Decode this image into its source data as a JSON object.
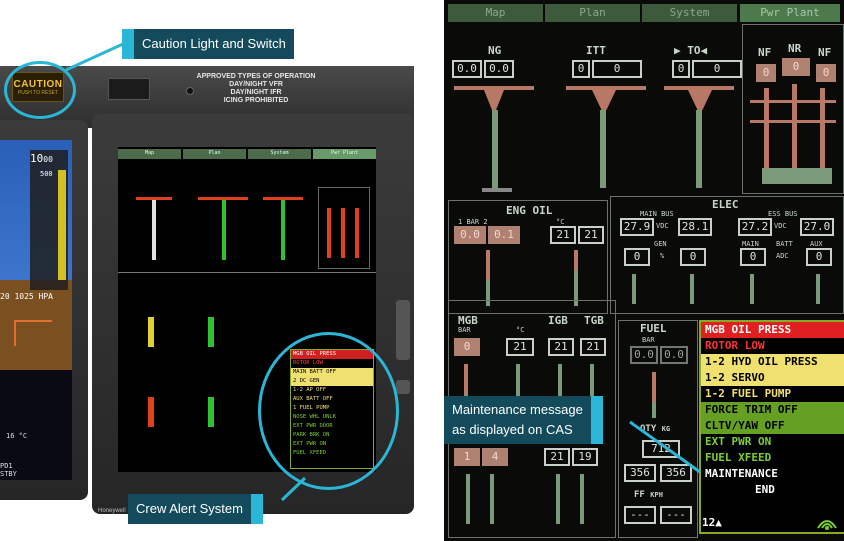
{
  "left_photo": {
    "callouts": {
      "caution": "Caution Light and Switch",
      "crew_alert": "Crew Alert System"
    },
    "caution_button": {
      "line1": "CAUTION",
      "line2": "PUSH TO RESET"
    },
    "placard": [
      "APPROVED TYPES OF OPERATION",
      "DAY/NIGHT VFR",
      "DAY/NIGHT IFR",
      "ICING PROHIBITED"
    ],
    "pfd_fragment": {
      "alt": "10",
      "alt_small": "00",
      "v500": "500",
      "baro": "20 1025 HPA",
      "temp": "16 °C",
      "pd": "PD1",
      "stby": "STBY"
    },
    "brand": "Honeywell",
    "mini_tabs": [
      "Map",
      "Plan",
      "System",
      "Pwr Plant"
    ],
    "mini_cas": [
      "MGB OIL PRESS",
      "ROTOR LOW",
      "MAIN BATT OFF",
      "2 DC GEN",
      "1-2 AP OFF",
      "AUX BATT OFF",
      "1 FUEL PUMP",
      "NOSE WHL UNLK",
      "EXT PWR DOOR",
      "PARK BRK ON",
      "EXT PWR ON",
      "FUEL XFEED"
    ]
  },
  "screen": {
    "tabs": [
      "Map",
      "Plan",
      "System",
      "Pwr Plant"
    ],
    "ng": {
      "label": "NG",
      "values": [
        "0.0",
        "0.0"
      ]
    },
    "itt": {
      "label": "ITT",
      "values": [
        "0",
        "0"
      ]
    },
    "to": {
      "label": "TO",
      "values": [
        "0",
        "0"
      ]
    },
    "nf_left": "NF",
    "nr": "NR",
    "nf_right": "NF",
    "nr_values": [
      "0",
      "0",
      "0"
    ],
    "eng_oil": {
      "label": "ENG OIL",
      "bar": "BAR",
      "bar_vals": [
        "0.0",
        "0.1"
      ],
      "deg": "°C",
      "deg_vals": [
        "21",
        "21"
      ],
      "n1": "1",
      "n2": "2"
    },
    "elec": {
      "label": "ELEC",
      "main_bus": "MAIN BUS",
      "ess_bus": "ESS BUS",
      "vdc": "VDC",
      "main_bus_vals": [
        "27.9",
        "28.1"
      ],
      "ess_bus_vals": [
        "27.2",
        "27.0"
      ],
      "gen": "GEN",
      "pct": "%",
      "gen_vals": [
        "0",
        "0"
      ],
      "main": "MAIN",
      "batt": "BATT",
      "aux": "AUX",
      "adc": "ADC",
      "batt_vals": [
        "0",
        "0"
      ]
    },
    "mgb": {
      "label": "MGB",
      "bar": "BAR",
      "deg": "°C",
      "bar_val": "0",
      "deg_val": "21"
    },
    "igb": {
      "label": "IGB",
      "deg_val": "21"
    },
    "tgb": {
      "label": "TGB",
      "deg_val": "21"
    },
    "hyd": {
      "vals": [
        "1",
        "4"
      ],
      "vals2": [
        "21",
        "19"
      ]
    },
    "fuel": {
      "label": "FUEL",
      "bar": "BAR",
      "vals": [
        "0.0",
        "0.0"
      ],
      "qty": "QTY",
      "kg": "KG",
      "qty_val": "712",
      "tank_vals": [
        "356",
        "356"
      ],
      "ff": "FF",
      "kph": "KPH",
      "ff_vals": [
        "---",
        "---"
      ]
    },
    "cas": [
      {
        "text": "MGB OIL PRESS",
        "bg": "#e02020",
        "fg": "#ffffff"
      },
      {
        "text": "ROTOR LOW",
        "bg": "#000000",
        "fg": "#ff3030"
      },
      {
        "text": "1-2 HYD OIL PRESS",
        "bg": "#f0e070",
        "fg": "#000000"
      },
      {
        "text": "1-2 SERVO",
        "bg": "#f0e070",
        "fg": "#000000"
      },
      {
        "text": "1-2 FUEL PUMP",
        "bg": "#000000",
        "fg": "#f0e070"
      },
      {
        "text": "FORCE TRIM OFF",
        "bg": "#66a022",
        "fg": "#000000"
      },
      {
        "text": "CLTV/YAW OFF",
        "bg": "#66a022",
        "fg": "#000000"
      },
      {
        "text": "EXT PWR ON",
        "bg": "#000000",
        "fg": "#7ad030"
      },
      {
        "text": "FUEL XFEED",
        "bg": "#000000",
        "fg": "#7ad030"
      },
      {
        "text": "MAINTENANCE",
        "bg": "#000000",
        "fg": "#ffffff"
      },
      {
        "text": "END",
        "bg": "#000000",
        "fg": "#ffffff"
      }
    ],
    "page_counter": "12▲",
    "maint_callout": [
      "Maintenance message",
      "as displayed on CAS"
    ]
  },
  "colors": {
    "accent": "#2ab6d6",
    "callout_bg": "#134b5c",
    "cas_border": "#88aa22"
  }
}
